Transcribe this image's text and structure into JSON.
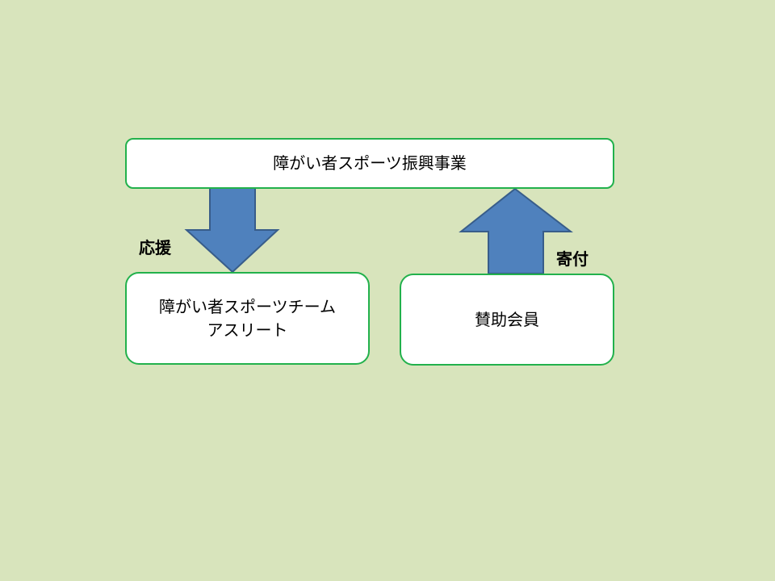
{
  "diagram": {
    "top_box": {
      "text": "障がい者スポーツ振興事業"
    },
    "left_box": {
      "line1": "障がい者スポーツチーム",
      "line2": "アスリート"
    },
    "right_box": {
      "text": "賛助会員"
    },
    "down_arrow": {
      "label": "応援"
    },
    "up_arrow": {
      "label": "寄付"
    },
    "colors": {
      "background": "#d8e4bc",
      "box_border": "#22b14c",
      "box_fill": "#ffffff",
      "arrow_fill": "#4f81bd",
      "arrow_stroke": "#385d8a"
    }
  }
}
